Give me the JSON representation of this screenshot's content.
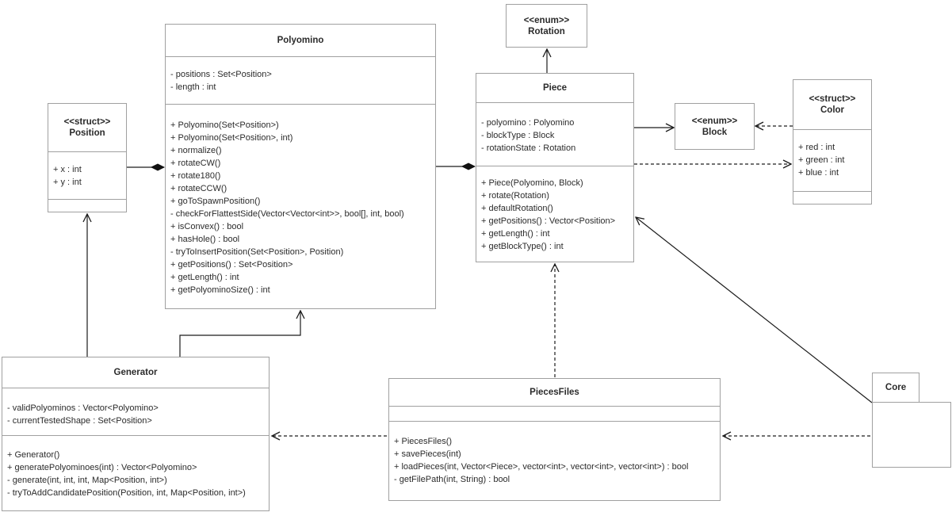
{
  "diagram": {
    "type": "uml-class-diagram",
    "colors": {
      "background": "#ffffff",
      "box_border": "#a0a0a0",
      "line": "#1c1c1c",
      "text": "#2b2b2b"
    },
    "classes": {
      "position": {
        "stereotype": "<<struct>>",
        "name": "Position",
        "attributes": [
          "+ x : int",
          "+ y : int"
        ],
        "methods": []
      },
      "polyomino": {
        "name": "Polyomino",
        "attributes": [
          "- positions : Set<Position>",
          "- length : int"
        ],
        "methods": [
          "+ Polyomino(Set<Position>)",
          "+ Polyomino(Set<Position>, int)",
          "+ normalize()",
          "+ rotateCW()",
          "+ rotate180()",
          "+ rotateCCW()",
          "+ goToSpawnPosition()",
          "- checkForFlattestSide(Vector<Vector<int>>, bool[], int, bool)",
          "+ isConvex() : bool",
          "+ hasHole() : bool",
          "- tryToInsertPosition(Set<Position>, Position)",
          "+ getPositions() : Set<Position>",
          "+ getLength() : int",
          "+ getPolyominoSize() : int"
        ]
      },
      "rotation": {
        "stereotype": "<<enum>>",
        "name": "Rotation",
        "attributes": [],
        "methods": []
      },
      "piece": {
        "name": "Piece",
        "attributes": [
          "- polyomino : Polyomino",
          "- blockType : Block",
          "- rotationState : Rotation"
        ],
        "methods": [
          "+ Piece(Polyomino, Block)",
          "+ rotate(Rotation)",
          "+ defaultRotation()",
          "+ getPositions() : Vector<Position>",
          "+ getLength() : int",
          "+ getBlockType() : int"
        ]
      },
      "block": {
        "stereotype": "<<enum>>",
        "name": "Block",
        "attributes": [],
        "methods": []
      },
      "color": {
        "stereotype": "<<struct>>",
        "name": "Color",
        "attributes": [
          "+ red : int",
          "+ green : int",
          "+ blue : int"
        ],
        "methods": []
      },
      "generator": {
        "name": "Generator",
        "attributes": [
          "- validPolyominos : Vector<Polyomino>",
          "- currentTestedShape : Set<Position>"
        ],
        "methods": [
          "+ Generator()",
          "+ generatePolyominoes(int) : Vector<Polyomino>",
          "- generate(int, int, int, Map<Position, int>)",
          "- tryToAddCandidatePosition(Position, int, Map<Position, int>)"
        ]
      },
      "piecesfiles": {
        "name": "PiecesFiles",
        "attributes": [],
        "methods": [
          "+ PiecesFiles()",
          "+ savePieces(int)",
          "+ loadPieces(int, Vector<Piece>, vector<int>, vector<int>, vector<int>) : bool",
          "- getFilePath(int, String) : bool"
        ]
      },
      "core": {
        "name": "Core",
        "attributes": [],
        "methods": []
      }
    },
    "relationships": [
      {
        "from": "Polyomino",
        "to": "Position",
        "type": "composition"
      },
      {
        "from": "Piece",
        "to": "Polyomino",
        "type": "composition"
      },
      {
        "from": "Piece",
        "to": "Rotation",
        "type": "association"
      },
      {
        "from": "Piece",
        "to": "Block",
        "type": "association"
      },
      {
        "from": "Color",
        "to": "Block",
        "type": "dependency"
      },
      {
        "from": "Piece",
        "to": "Color",
        "type": "dependency"
      },
      {
        "from": "Generator",
        "to": "Position",
        "type": "association"
      },
      {
        "from": "Generator",
        "to": "Polyomino",
        "type": "association"
      },
      {
        "from": "PiecesFiles",
        "to": "Generator",
        "type": "dependency"
      },
      {
        "from": "PiecesFiles",
        "to": "Piece",
        "type": "dependency"
      },
      {
        "from": "Core",
        "to": "Piece",
        "type": "association"
      },
      {
        "from": "Core",
        "to": "PiecesFiles",
        "type": "dependency"
      }
    ]
  }
}
